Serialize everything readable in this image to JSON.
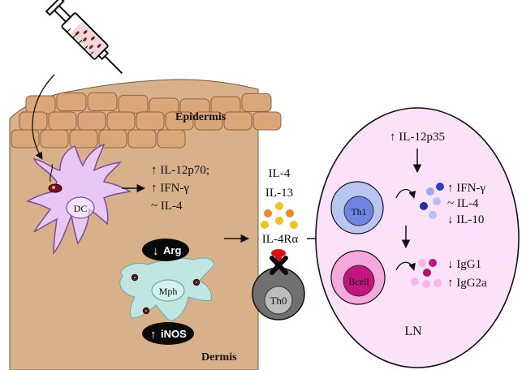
{
  "colors": {
    "skin": "#d8b08a",
    "skin_cell": "#d9a77a",
    "skin_cell_edge": "#8f6240",
    "dc_fill": "#e7c8f5",
    "dc_edge": "#7c4a9a",
    "mph_fill": "#bfe6e3",
    "ln_fill": "#fbe2f8",
    "th1_ring": "#b9c6f0",
    "th1_core": "#6f84e0",
    "bcell_ring": "#f4a9dc",
    "bcell_core": "#c4147f",
    "th0_fill": "#707070",
    "cytokine_yellow": "#f4c21a",
    "cytokine_orange": "#f08a20",
    "receptor_red": "#e01010"
  },
  "labels": {
    "epidermis": "Epidermis",
    "dermis": "Dermis",
    "dc": "DC",
    "mph": "Mph",
    "arg": "Arg",
    "inos": "iNOS",
    "th0": "Th0",
    "th1": "Th1",
    "bcell": "Bcell",
    "ln": "LN"
  },
  "dc_cytokines": [
    "↑ IL-12p70;",
    "↑ IFN-γ",
    "~ IL-4"
  ],
  "macrophage_markers": {
    "arg_direction": "↓",
    "inos_direction": "↑"
  },
  "th0_signals": [
    "IL-4",
    "IL-13",
    "IL-4Rα"
  ],
  "ln_top": "↑ IL-12p35",
  "th1_cytokines": [
    "↑ IFN-γ",
    "~ IL-4",
    "↓ IL-10"
  ],
  "bcell_antibodies": [
    "↓ IgG1",
    "↑ IgG2a"
  ]
}
